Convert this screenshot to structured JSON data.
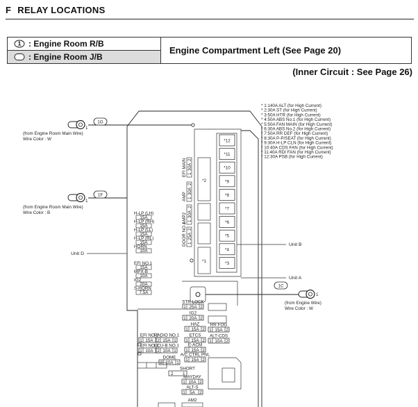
{
  "section": {
    "letter": "F",
    "title": "RELAY LOCATIONS"
  },
  "legend": {
    "row1": {
      "symbol": "1",
      "label": ": Engine Room R/B"
    },
    "row2": {
      "label": ": Engine Room J/B"
    },
    "location": "Engine Compartment Left (See Page 20)"
  },
  "inner_circuit": "(Inner Circuit : See Page 26)",
  "notes": [
    "* 1:140A ALT (for High Current)",
    "* 2:30A ST (for High Current)",
    "* 3:50A HTR (for High Current)",
    "* 4:50A ABS No.1 (for High Current)",
    "* 5:50A FAN MAIN (for High Current)",
    "* 6:30A ABS No.2 (for High Current)",
    "* 7:50A RR DEF (for High Current)",
    "* 8:30A P-P/SEAT (for High Current)",
    "* 9:30A H-LP CLN (for High Current)",
    "* 10:40A CDS FAN (for High Current)",
    "* 11:40A RDI FAN (for High Current)",
    "* 12:30A PSB (for High Current)"
  ],
  "connectors": {
    "1G": {
      "code": "1G",
      "pin": "1",
      "from": "(from Engine Room Main Wire)",
      "wire": "Wire Color : W"
    },
    "1F": {
      "code": "1F",
      "pin": "1",
      "from": "(from Engine Room Main Wire)",
      "wire": "Wire Color : B"
    },
    "1C": {
      "code": "1C",
      "pin": "1",
      "from": "(from Engine Wire)",
      "wire": "Wire Color : W"
    }
  },
  "units": {
    "d": "Unit D",
    "b": "Unit B",
    "a": "Unit A"
  },
  "high_current_slots": [
    "*12",
    "*11",
    "*10",
    "*9",
    "*8",
    "*7",
    "*6",
    "*5",
    "*4",
    "*3"
  ],
  "slot_left": [
    "*2",
    "*1"
  ],
  "vertical_relays": [
    {
      "name": "EFI MAIN",
      "a": "1",
      "v": "30A",
      "b": "2"
    },
    {
      "name": "AMP",
      "a": "1",
      "v": "30A",
      "b": "2"
    },
    {
      "name": "AMP2",
      "a": "1",
      "v": "30A",
      "b": "2"
    },
    {
      "name": "DOOR NO.1",
      "a": "1",
      "v": "25A",
      "b": "2"
    }
  ],
  "unit_d_fuses": [
    {
      "name": "H-LP (LH)",
      "value": "15A"
    },
    {
      "name": "H-LP (RH)",
      "value": "15A"
    },
    {
      "name": "H-LP (LL)",
      "value": "15A"
    },
    {
      "name": "H-LP (RL)",
      "value": "15A"
    },
    {
      "name": "HORN",
      "value": "10A"
    },
    {
      "name": "EFI NO.1",
      "value": "15A"
    },
    {
      "name": "MPX-B",
      "value": "10A"
    },
    {
      "name": "IG2",
      "value": "20A"
    },
    {
      "name": "S-HORN",
      "value": "7.5A"
    }
  ],
  "lower_fuses": [
    {
      "name": "STR LOCK",
      "a": "1",
      "v": "25A",
      "b": "2"
    },
    {
      "name": "IG2",
      "a": "1",
      "v": "20A",
      "b": "2"
    },
    {
      "name": "HAZ",
      "a": "1",
      "v": "15A",
      "b": "2"
    },
    {
      "name": "ETCS",
      "a": "1",
      "v": "15A",
      "b": "2"
    },
    {
      "name": "E-ACM",
      "a": "1",
      "v": "15A",
      "b": "2"
    },
    {
      "name": "A/C CTRL PNL",
      "a": "1",
      "v": "15A",
      "b": "2"
    },
    {
      "name": "MAYDAY",
      "a": "1",
      "v": "10A",
      "b": "2"
    },
    {
      "name": "ALT-S",
      "a": "1",
      "v": "5A",
      "b": "2"
    },
    {
      "name": "RR FOG",
      "a": "1",
      "v": "15A",
      "b": "2"
    },
    {
      "name": "ALT-CDS",
      "a": "1",
      "v": "10A",
      "b": "2"
    },
    {
      "name": "EFI NO.2",
      "a": "1",
      "v": "15A",
      "b": "2"
    },
    {
      "name": "EFI NO.3",
      "a": "1",
      "v": "10A",
      "b": "2"
    },
    {
      "name": "RADIO NO.1",
      "a": "2",
      "v": "15A",
      "b": "1"
    },
    {
      "name": "ECU-B NO.1",
      "a": "2",
      "v": "10A",
      "b": "1"
    },
    {
      "name": "DOME",
      "a": "2",
      "v": "10A",
      "b": "1"
    }
  ],
  "short": {
    "name": "SHORT",
    "a": "2",
    "b": "1"
  },
  "am2_label": "AM2"
}
